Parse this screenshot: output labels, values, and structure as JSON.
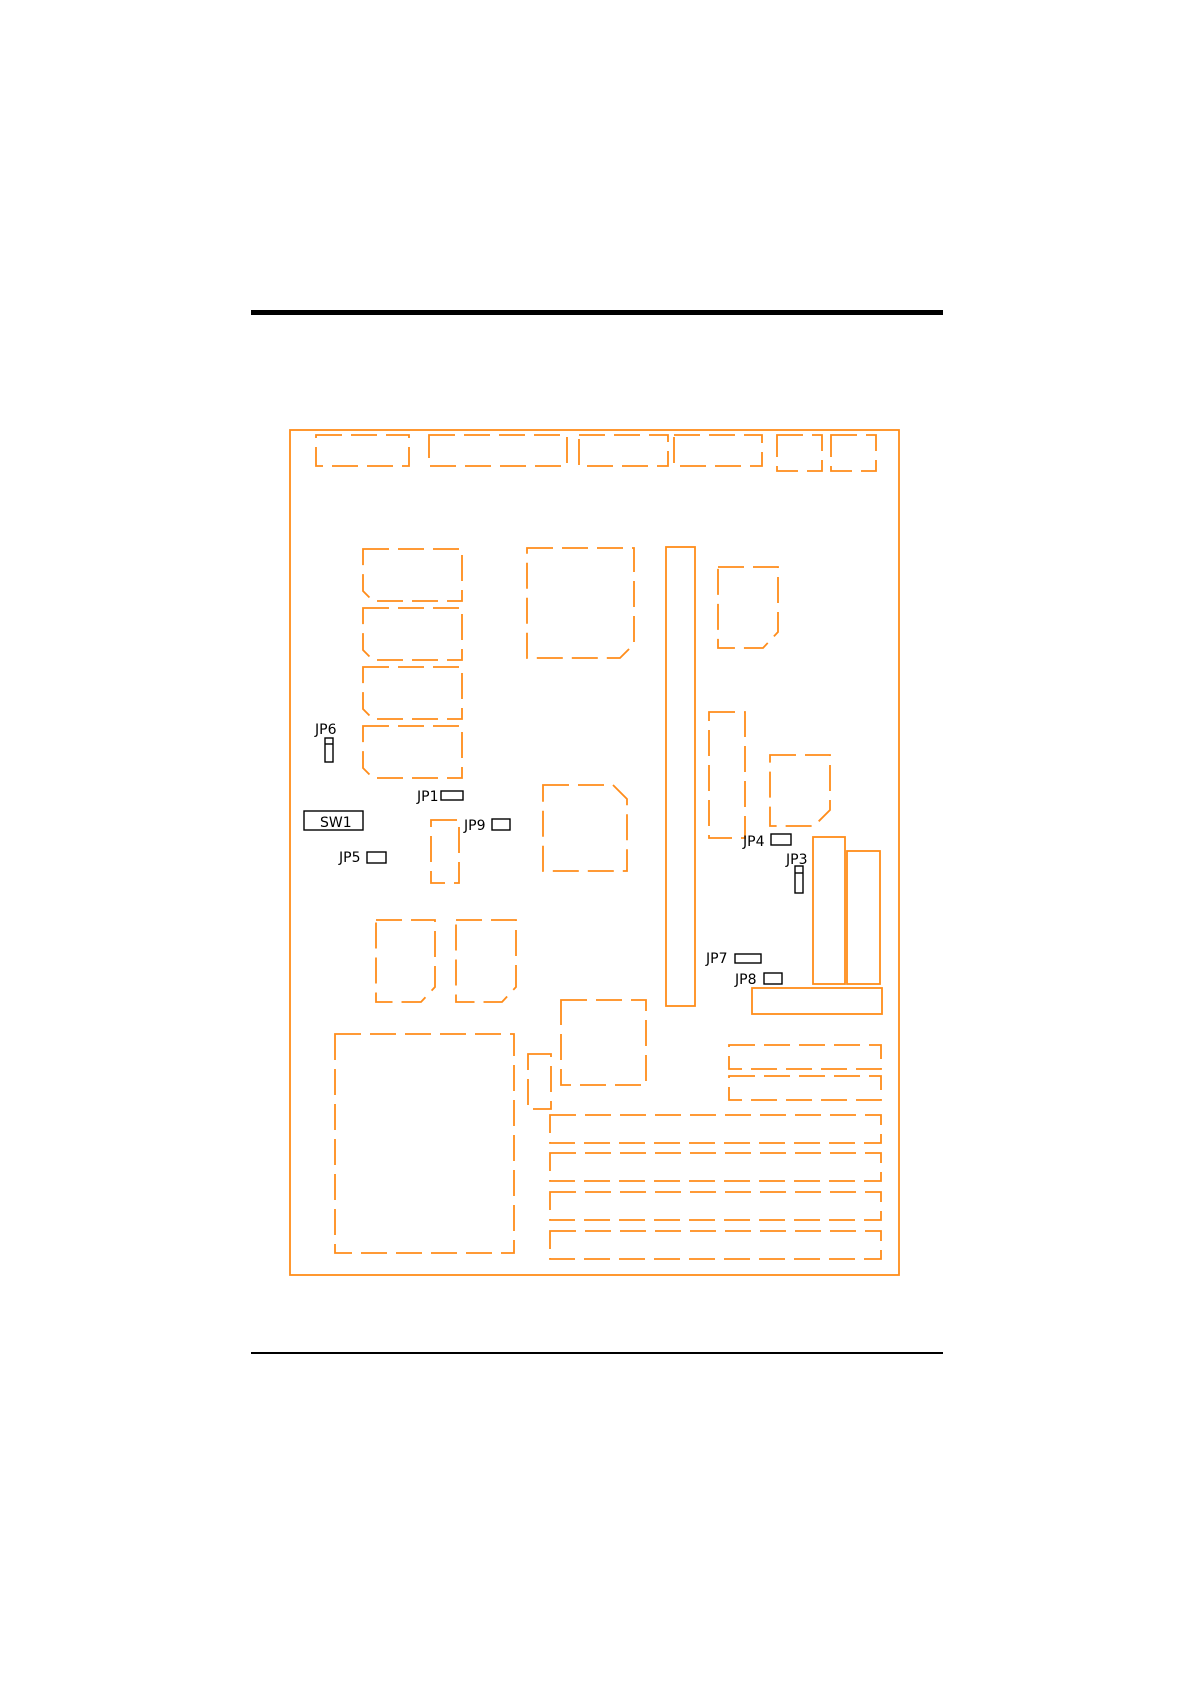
{
  "diagram": {
    "accent_color": "#ff8c1a",
    "ink_color": "#000000",
    "labels": {
      "jp6": "JP6",
      "jp1": "JP1",
      "sw1": "SW1",
      "jp9": "JP9",
      "jp5": "JP5",
      "jp4": "JP4",
      "jp3": "JP3",
      "jp7": "JP7",
      "jp8": "JP8"
    }
  }
}
